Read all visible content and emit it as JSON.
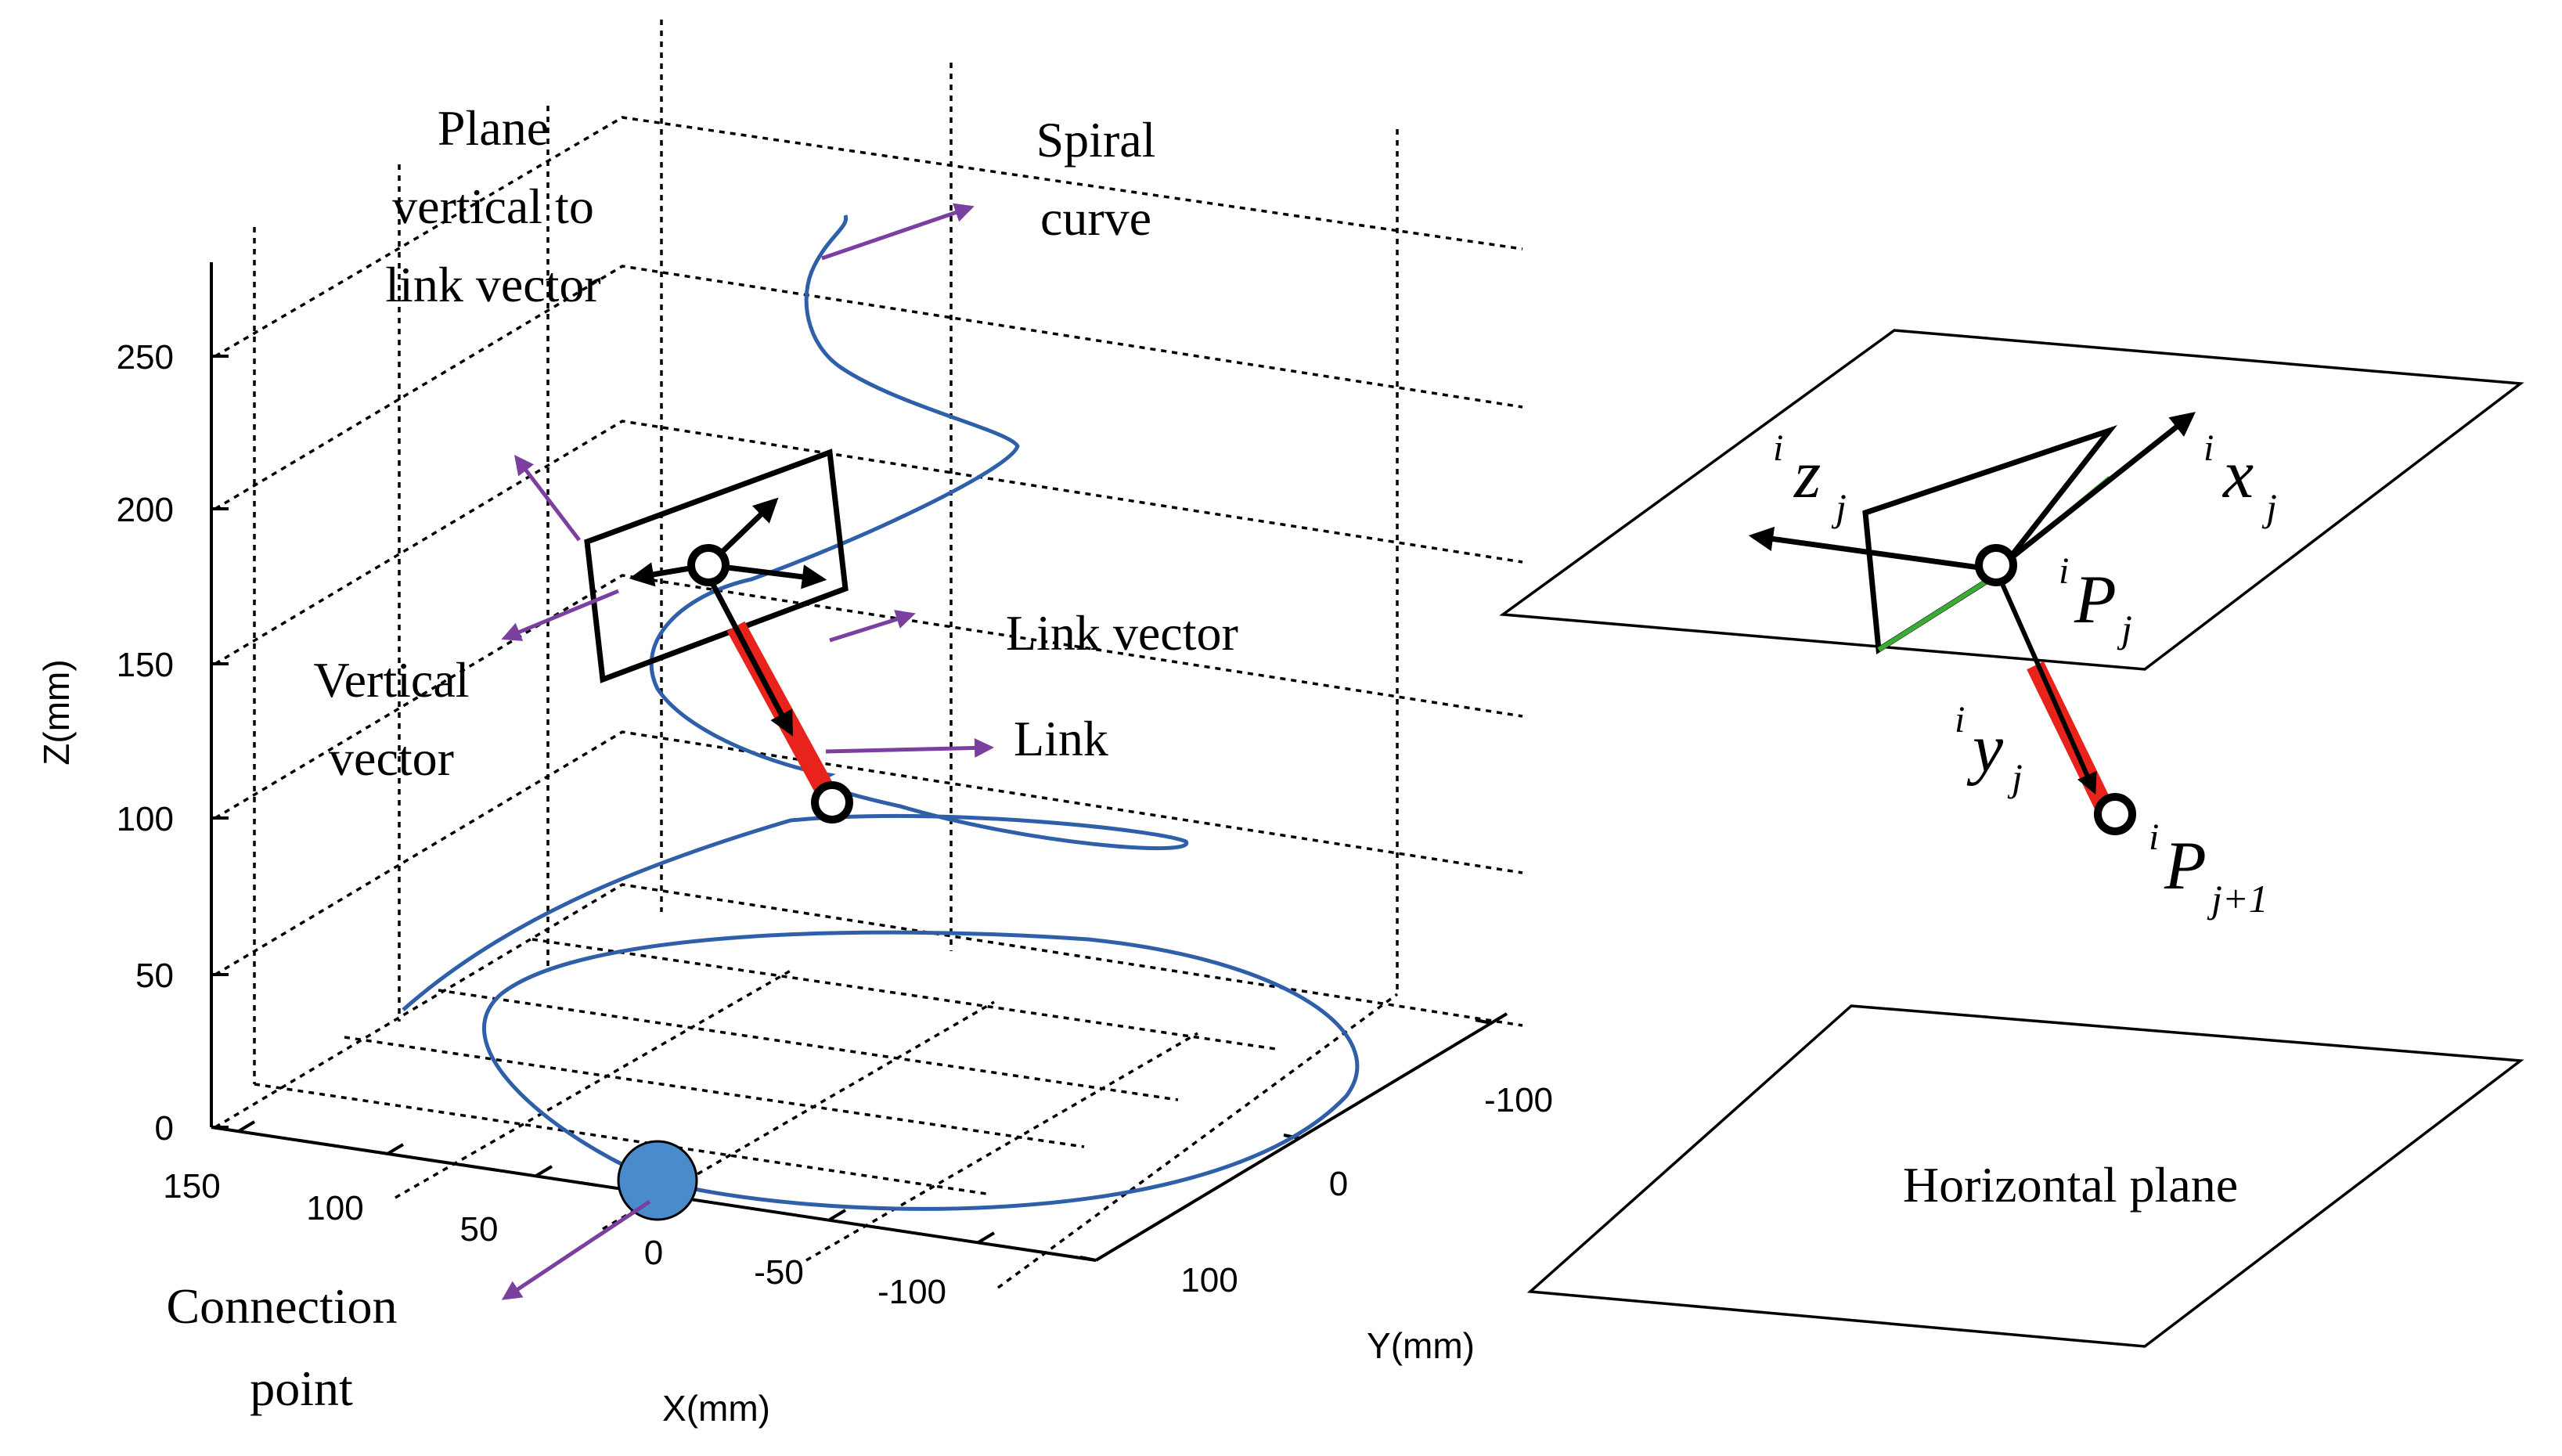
{
  "axes": {
    "z_label": "Z(mm)",
    "x_label": "X(mm)",
    "y_label": "Y(mm)",
    "z_ticks": [
      "0",
      "50",
      "100",
      "150",
      "200",
      "250"
    ],
    "x_ticks": [
      "150",
      "100",
      "50",
      "0",
      "-50",
      "-100"
    ],
    "y_ticks": [
      "-100",
      "0",
      "100"
    ]
  },
  "labels": {
    "plane_vertical": [
      "Plane",
      "vertical to",
      "link vector"
    ],
    "spiral": [
      "Spiral",
      "curve"
    ],
    "link_vector": "Link vector",
    "link": "Link",
    "vertical_vector": [
      "Vertical",
      "vector"
    ],
    "connection_point": [
      "Connection",
      "point"
    ],
    "horizontal_plane": "Horizontal plane"
  },
  "math": {
    "sup": "i",
    "x": "x",
    "y": "y",
    "z": "z",
    "P": "P",
    "j": "j",
    "jp1": "j+1"
  },
  "colors": {
    "spiral": "#2e5fa8",
    "link": "#e8231c",
    "annotation_arrow": "#7b3fa0",
    "connection_point": "#4a8ccb",
    "plane_edge_green": "#3aaa35"
  }
}
